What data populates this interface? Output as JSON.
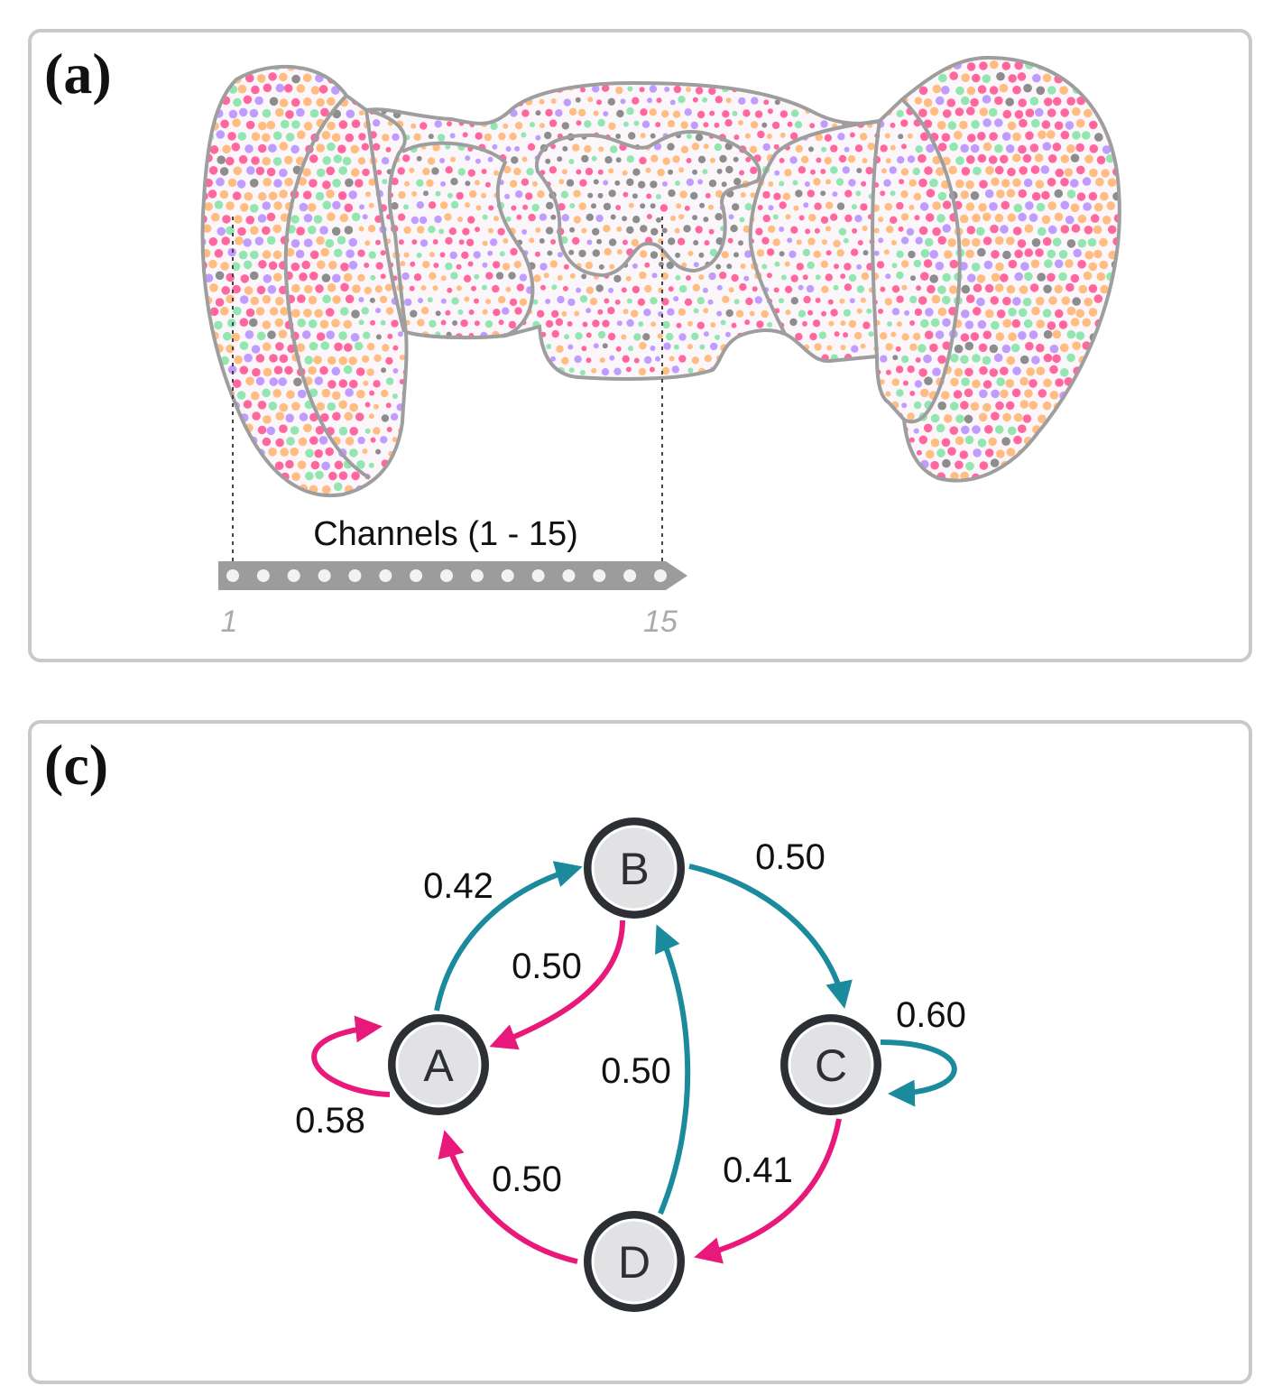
{
  "panels": {
    "a": {
      "label": "(a)",
      "channel_title": "Channels (1 - 15)",
      "channel_start": "1",
      "channel_end": "15",
      "channel_count": 15
    },
    "c": {
      "label": "(c)"
    }
  },
  "colors": {
    "panel_border": "#c9c9c9",
    "outline": "#9e9e9e",
    "pink": "#ff4d8d",
    "orange": "#ffb36b",
    "green": "#7fe3a2",
    "purple": "#b58cff",
    "gray_dot": "#7a7a7a",
    "teal_edge": "#1a8a9c",
    "magenta_edge": "#e8197a",
    "node_fill": "#e2e2e4",
    "node_stroke": "#2c2f33"
  },
  "graph": {
    "nodes": [
      {
        "id": "A",
        "label": "A"
      },
      {
        "id": "B",
        "label": "B"
      },
      {
        "id": "C",
        "label": "C"
      },
      {
        "id": "D",
        "label": "D"
      }
    ],
    "edges": [
      {
        "from": "A",
        "to": "B",
        "weight": "0.42",
        "color": "teal"
      },
      {
        "from": "B",
        "to": "C",
        "weight": "0.50",
        "color": "teal"
      },
      {
        "from": "B",
        "to": "A",
        "weight": "0.50",
        "color": "magenta"
      },
      {
        "from": "D",
        "to": "B",
        "weight": "0.50",
        "color": "teal"
      },
      {
        "from": "C",
        "to": "C",
        "weight": "0.60",
        "color": "teal"
      },
      {
        "from": "A",
        "to": "A",
        "weight": "0.58",
        "color": "magenta"
      },
      {
        "from": "D",
        "to": "A",
        "weight": "0.50",
        "color": "magenta"
      },
      {
        "from": "C",
        "to": "D",
        "weight": "0.41",
        "color": "magenta"
      }
    ]
  }
}
